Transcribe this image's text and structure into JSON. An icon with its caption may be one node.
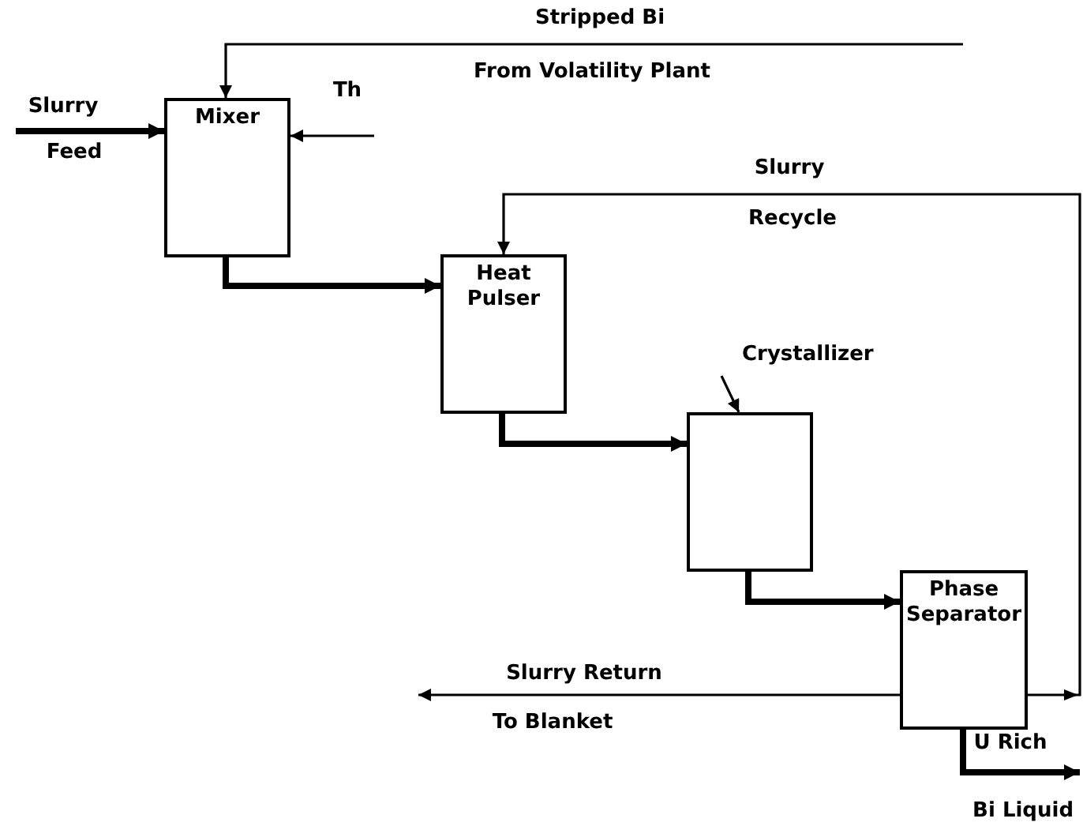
{
  "diagram": {
    "nodes": [
      {
        "text": [
          "Mixer"
        ]
      },
      {
        "text": [
          "Heat Pulser"
        ]
      },
      {
        "text": [
          "Crystallizer"
        ]
      },
      {
        "text": [],
        "shape": "box"
      },
      {
        "text": [
          "Phase Separator"
        ]
      }
    ],
    "edges": [
      {
        "from": null,
        "to": 0,
        "arrow": "to",
        "style": "thick"
      },
      {
        "from": null,
        "to": 0,
        "arrow": "to"
      },
      {
        "from": null,
        "to": 0,
        "arrow": "to"
      },
      {
        "from": 0,
        "to": 1,
        "arrow": "to",
        "style": "thick"
      },
      {
        "from": 1,
        "to": 3,
        "arrow": "to",
        "style": "thick"
      },
      {
        "from": 3,
        "to": 4,
        "arrow": "to",
        "style": "thick"
      },
      {
        "from": 4,
        "to": 1,
        "arrow": "to"
      },
      {
        "from": 4,
        "to": null,
        "arrow": "to"
      },
      {
        "from": 4,
        "to": null,
        "arrow": "to",
        "style": "thick"
      },
      {
        "from": 2,
        "to": 3,
        "arrow": "to"
      }
    ],
    "labels": [
      "Stripped Bi",
      "From Volatility Plant",
      "Slurry",
      "Feed",
      "Th",
      "Slurry",
      "Recycle",
      "Slurry Return",
      "To Blanket",
      "U Rich",
      "Bi Liquid"
    ]
  }
}
